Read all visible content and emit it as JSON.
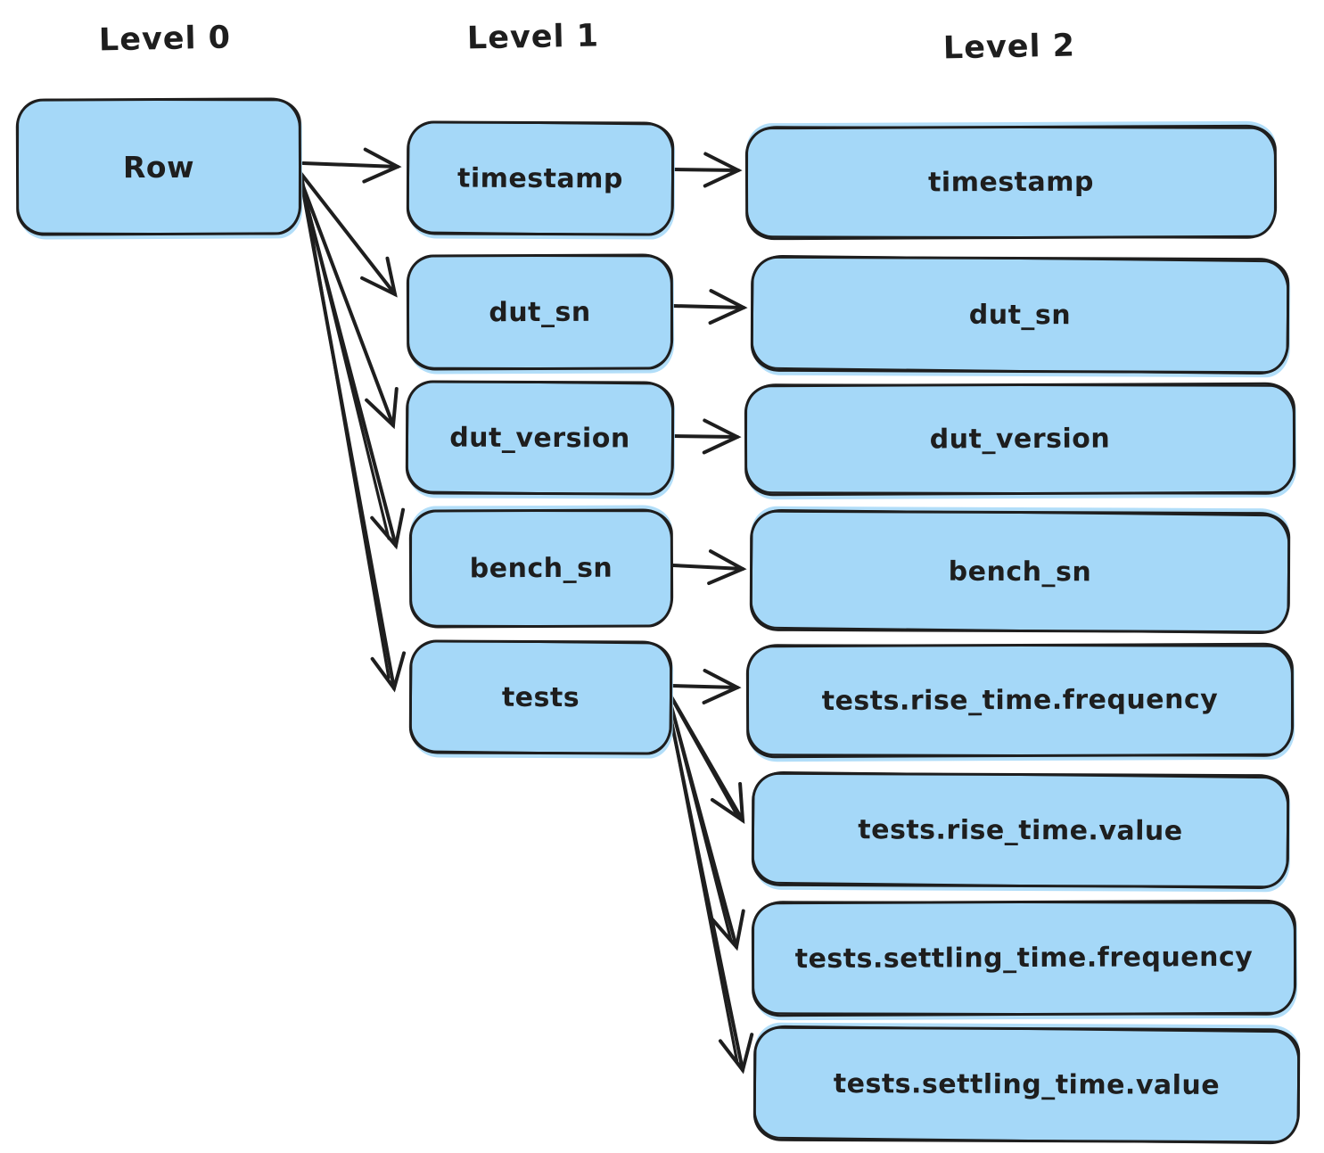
{
  "headers": {
    "level0": "Level 0",
    "level1": "Level 1",
    "level2": "Level 2"
  },
  "nodes": {
    "root": {
      "label": "Row"
    },
    "level1": [
      {
        "label": "timestamp"
      },
      {
        "label": "dut_sn"
      },
      {
        "label": "dut_version"
      },
      {
        "label": "bench_sn"
      },
      {
        "label": "tests"
      }
    ],
    "level2": [
      {
        "label": "timestamp"
      },
      {
        "label": "dut_sn"
      },
      {
        "label": "dut_version"
      },
      {
        "label": "bench_sn"
      },
      {
        "label": "tests.rise_time.frequency"
      },
      {
        "label": "tests.rise_time.value"
      },
      {
        "label": "tests.settling_time.frequency"
      },
      {
        "label": "tests.settling_time.value"
      }
    ]
  },
  "edges": [
    {
      "from": "Row",
      "to": "timestamp"
    },
    {
      "from": "Row",
      "to": "dut_sn"
    },
    {
      "from": "Row",
      "to": "dut_version"
    },
    {
      "from": "Row",
      "to": "bench_sn"
    },
    {
      "from": "Row",
      "to": "tests"
    },
    {
      "from": "timestamp",
      "to": "timestamp"
    },
    {
      "from": "dut_sn",
      "to": "dut_sn"
    },
    {
      "from": "dut_version",
      "to": "dut_version"
    },
    {
      "from": "bench_sn",
      "to": "bench_sn"
    },
    {
      "from": "tests",
      "to": "tests.rise_time.frequency"
    },
    {
      "from": "tests",
      "to": "tests.rise_time.value"
    },
    {
      "from": "tests",
      "to": "tests.settling_time.frequency"
    },
    {
      "from": "tests",
      "to": "tests.settling_time.value"
    }
  ],
  "colors": {
    "node_fill": "#a5d8f8",
    "stroke": "#1e1e1e",
    "background": "#ffffff"
  }
}
